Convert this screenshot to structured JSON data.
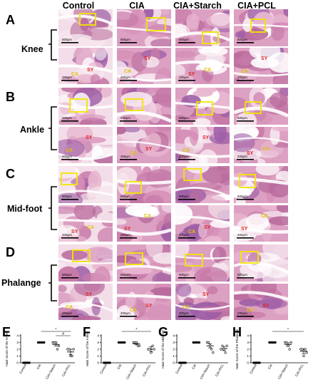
{
  "columns": [
    "Control",
    "CIA",
    "CIA+Starch",
    "CIA+PCL"
  ],
  "rows": [
    {
      "letter": "A",
      "label": "Knee",
      "top_labels": [
        [],
        [],
        [],
        []
      ],
      "bottom_labels": [
        [
          {
            "t": "CA",
            "c": "#e0c000"
          },
          {
            "t": "SY",
            "c": "#e02020"
          }
        ],
        [
          {
            "t": "SY",
            "c": "#e02020"
          },
          {
            "t": "CA",
            "c": "#e0c000"
          }
        ],
        [
          {
            "t": "SY",
            "c": "#e02020"
          },
          {
            "t": "CA",
            "c": "#e0c000"
          }
        ],
        [
          {
            "t": "SY",
            "c": "#e02020"
          },
          {
            "t": "CA",
            "c": "#e0c000"
          }
        ]
      ]
    },
    {
      "letter": "B",
      "label": "Ankle",
      "top_labels": [
        [],
        [],
        [],
        []
      ],
      "bottom_labels": [
        [
          {
            "t": "SY",
            "c": "#e02020"
          },
          {
            "t": "CA",
            "c": "#e0c000"
          }
        ],
        [
          {
            "t": "CA",
            "c": "#e0c000"
          },
          {
            "t": "SY",
            "c": "#e02020"
          }
        ],
        [
          {
            "t": "SY",
            "c": "#e02020"
          },
          {
            "t": "CA",
            "c": "#e0c000"
          }
        ],
        [
          {
            "t": "SY",
            "c": "#e02020"
          },
          {
            "t": "CA",
            "c": "#e0c000"
          }
        ]
      ]
    },
    {
      "letter": "C",
      "label": "Mid-foot",
      "top_labels": [
        [],
        [],
        [],
        []
      ],
      "bottom_labels": [
        [
          {
            "t": "SY",
            "c": "#e02020"
          },
          {
            "t": "CA",
            "c": "#e0c000"
          }
        ],
        [
          {
            "t": "CA",
            "c": "#e0c000"
          },
          {
            "t": "SY",
            "c": "#e02020"
          }
        ],
        [
          {
            "t": "CA",
            "c": "#e0c000"
          },
          {
            "t": "SY",
            "c": "#e02020"
          }
        ],
        [
          {
            "t": "CA",
            "c": "#e0c000"
          },
          {
            "t": "SY",
            "c": "#e02020"
          }
        ]
      ]
    },
    {
      "letter": "D",
      "label": "Phalange",
      "top_labels": [
        [],
        [],
        [],
        []
      ],
      "bottom_labels": [
        [
          {
            "t": "SY",
            "c": "#e02020"
          },
          {
            "t": "CA",
            "c": "#e0c000"
          }
        ],
        [
          {
            "t": "CA",
            "c": "#e0c000"
          },
          {
            "t": "SY",
            "c": "#e02020"
          }
        ],
        [
          {
            "t": "SY",
            "c": "#e02020"
          },
          {
            "t": "CA",
            "c": "#e0c000"
          }
        ],
        [
          {
            "t": "CA",
            "c": "#e0c000"
          },
          {
            "t": "SY",
            "c": "#e02020"
          }
        ]
      ]
    }
  ],
  "scalebar_text": "500μm",
  "scalebar_text_small": "200μm",
  "colors": {
    "highlight_box": "#f2e600",
    "tissue_pink": "#e7a6c6",
    "tissue_purple": "#9e5fa6",
    "background": "#ffffff"
  },
  "chart_data": [
    {
      "type": "scatter",
      "panel": "E",
      "ylabel": "H&E Score of the Knee",
      "categories": [
        "Control",
        "CIA",
        "CIA+Starch",
        "CIA+PCL"
      ],
      "series": [
        {
          "name": "Control",
          "values": [
            0,
            0,
            0,
            0,
            0
          ]
        },
        {
          "name": "CIA",
          "values": [
            3,
            3,
            3,
            3,
            3
          ]
        },
        {
          "name": "CIA+Starch",
          "values": [
            3,
            3,
            3,
            2,
            2.5
          ]
        },
        {
          "name": "CIA+PCL",
          "values": [
            2,
            2,
            1,
            1,
            2
          ]
        }
      ],
      "means": [
        0,
        3,
        2.7,
        1.6
      ],
      "sems": [
        0,
        0,
        0.2,
        0.4
      ],
      "ylim": [
        0,
        4
      ],
      "yticks": [
        0,
        1,
        2,
        3,
        4
      ],
      "significance": [
        {
          "from": 1,
          "to": 3,
          "label": "*"
        },
        {
          "from": 2,
          "to": 3,
          "label": "#"
        }
      ]
    },
    {
      "type": "scatter",
      "panel": "F",
      "ylabel": "H&E Score of the Ankle",
      "categories": [
        "Control",
        "CIA",
        "CIA+Starch",
        "CIA+PCL"
      ],
      "series": [
        {
          "name": "Control",
          "values": [
            0,
            0,
            0,
            0,
            0
          ]
        },
        {
          "name": "CIA",
          "values": [
            3,
            3,
            3,
            3,
            3
          ]
        },
        {
          "name": "CIA+Starch",
          "values": [
            3,
            3,
            3,
            2.5,
            2.5
          ]
        },
        {
          "name": "CIA+PCL",
          "values": [
            2,
            2,
            1.5,
            2.5,
            2
          ]
        }
      ],
      "means": [
        0,
        3,
        2.8,
        2
      ],
      "sems": [
        0,
        0,
        0.15,
        0.35
      ],
      "ylim": [
        0,
        4
      ],
      "yticks": [
        0,
        1,
        2,
        3,
        4
      ],
      "significance": [
        {
          "from": 1,
          "to": 3,
          "label": "*"
        }
      ]
    },
    {
      "type": "scatter",
      "panel": "G",
      "ylabel": "H&E Score of the Mid-foot",
      "categories": [
        "Control",
        "CIA",
        "CIA+Starch",
        "CIA+PCL"
      ],
      "series": [
        {
          "name": "Control",
          "values": [
            0,
            0,
            0,
            0,
            0
          ]
        },
        {
          "name": "CIA",
          "values": [
            3,
            3,
            3,
            3,
            3
          ]
        },
        {
          "name": "CIA+Starch",
          "values": [
            3,
            3,
            2.5,
            2,
            1.5
          ]
        },
        {
          "name": "CIA+PCL",
          "values": [
            2,
            2.5,
            2,
            1.5,
            2.5
          ]
        }
      ],
      "means": [
        0,
        3,
        2.5,
        2.1
      ],
      "sems": [
        0,
        0,
        0.3,
        0.3
      ],
      "ylim": [
        0,
        4
      ],
      "yticks": [
        0,
        1,
        2,
        3,
        4
      ],
      "significance": []
    },
    {
      "type": "scatter",
      "panel": "H",
      "ylabel": "H&E Score of the Phalange",
      "categories": [
        "Control",
        "CIA",
        "CIA+Starch",
        "CIA+PCL"
      ],
      "series": [
        {
          "name": "Control",
          "values": [
            0,
            0,
            0,
            0,
            0
          ]
        },
        {
          "name": "CIA",
          "values": [
            3,
            3,
            3,
            3,
            3
          ]
        },
        {
          "name": "CIA+Starch",
          "values": [
            3,
            3,
            2.5,
            2,
            3
          ]
        },
        {
          "name": "CIA+PCL",
          "values": [
            2,
            2,
            1,
            2,
            1.5
          ]
        }
      ],
      "means": [
        0,
        3,
        2.7,
        1.7
      ],
      "sems": [
        0,
        0,
        0.25,
        0.35
      ],
      "ylim": [
        0,
        4
      ],
      "yticks": [
        0,
        1,
        2,
        3,
        4
      ],
      "significance": [
        {
          "from": 1,
          "to": 3,
          "label": "*"
        }
      ]
    }
  ]
}
